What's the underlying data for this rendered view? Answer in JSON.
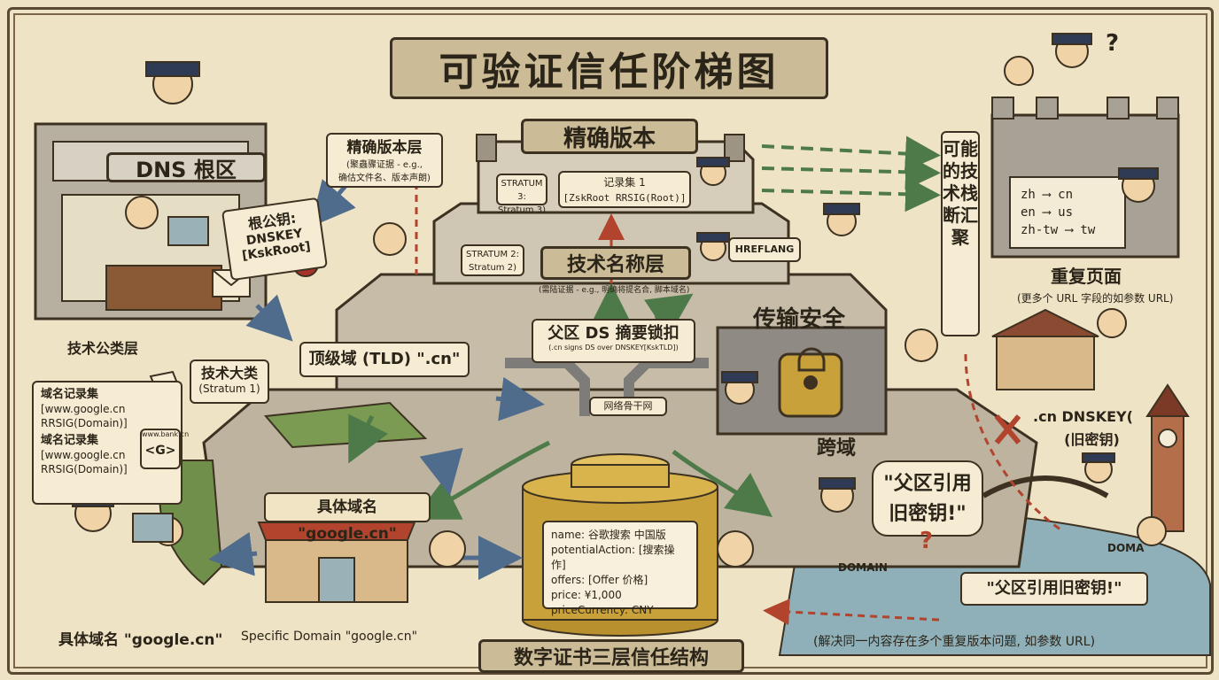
{
  "title": "可验证信任阶梯图",
  "subtitle": "数字证书三层信任结构",
  "root": {
    "building": "DNS 根区",
    "key_title": "根公钥:",
    "key_line1": "DNSKEY",
    "key_line2": "[KskRoot]"
  },
  "left_labels": {
    "tech_public_layer": "技术公类层",
    "tech_major": "技术大类",
    "stratum1": "(Stratum 1)",
    "record_title_1": "域名记录集",
    "record_l1_1": "[www.google.cn",
    "record_l2_1": "RRSIG(Domain)]",
    "record_title_2": "域名记录集",
    "record_l1_2": "[www.google.cn",
    "record_l2_2": "RRSIG(Domain)]",
    "site_tab": "www.bank.cn",
    "site_glyph": "<G>",
    "bottom_cn": "具体域名 \"google.cn\"",
    "bottom_en": "Specific Domain \"google.cn\""
  },
  "pyramid": {
    "top_banner": "精确版本",
    "top_layer_title": "精确版本层",
    "top_layer_note1": "(聚蟲骤证据 - e.g.,",
    "top_layer_note2": "确估文件名、版本声朗)",
    "stratum3_l1": "STRATUM 3:",
    "stratum3_l2": "Stratum 3)",
    "record1_l1": "记录集 1",
    "record1_l2": "[ZskRoot RRSIG(Root)]",
    "stratum2_l1": "STRATUM 2:",
    "stratum2_l2": "Stratum 2)",
    "mid_banner": "技术名称层",
    "mid_note": "(需陆证据 - e.g., 明确将提名合, 脚本域名)",
    "hreflang": "HREFLANG",
    "ds_title": "父区 DS 摘要锁扣",
    "ds_note": "(.cn signs DS over DNSKEY[KskTLD])",
    "tld_label": "顶级域 (TLD) \".cn\"",
    "backbone": "网络骨干网",
    "transport": "传输安全",
    "cross_domain": "跨域",
    "domain_banner": "具体域名 \"google.cn\""
  },
  "structured_data": {
    "lines": [
      "name: 谷歌搜索 中国版",
      "potentialAction: [搜索操作]",
      "offers: [Offer 价格]",
      "price: ¥1,000",
      "priceCurrency: CNY"
    ]
  },
  "right": {
    "vertical": "可能的技术栈断汇聚",
    "map_l1": "zh ⟶ cn",
    "map_l2": "en ⟶ us",
    "map_l3": "zh-tw ⟶ tw",
    "dup_title": "重复页面",
    "dup_note": "(更多个 URL 字段的如参数 URL)",
    "old_key_l1": ".cn DNSKEY(",
    "old_key_l2": "(旧密钥)",
    "speech_l1": "\"父区引用",
    "speech_l2": "旧密钥!\"",
    "speech_q": "?",
    "domain1": "DOMAIN",
    "domain2": "DOMA",
    "quote_box": "\"父区引用旧密钥!\"",
    "bottom_note": "(解决同一内容存在多个重复版本问题, 如参数 URL)",
    "q_mark": "?"
  },
  "colors": {
    "paper": "#efe3c6",
    "ink": "#2b2418",
    "stone": "#bdb39f",
    "green_arrow": "#4e7a4a",
    "red_dash": "#b2432c",
    "blue_arrow": "#4f6c8c",
    "gold": "#c9a13a"
  },
  "icons": [
    "shield-lock-icon",
    "envelope-icon",
    "wax-seal-icon",
    "hand-pointer-icon",
    "question-icon",
    "cross-icon",
    "monitor-icon"
  ]
}
